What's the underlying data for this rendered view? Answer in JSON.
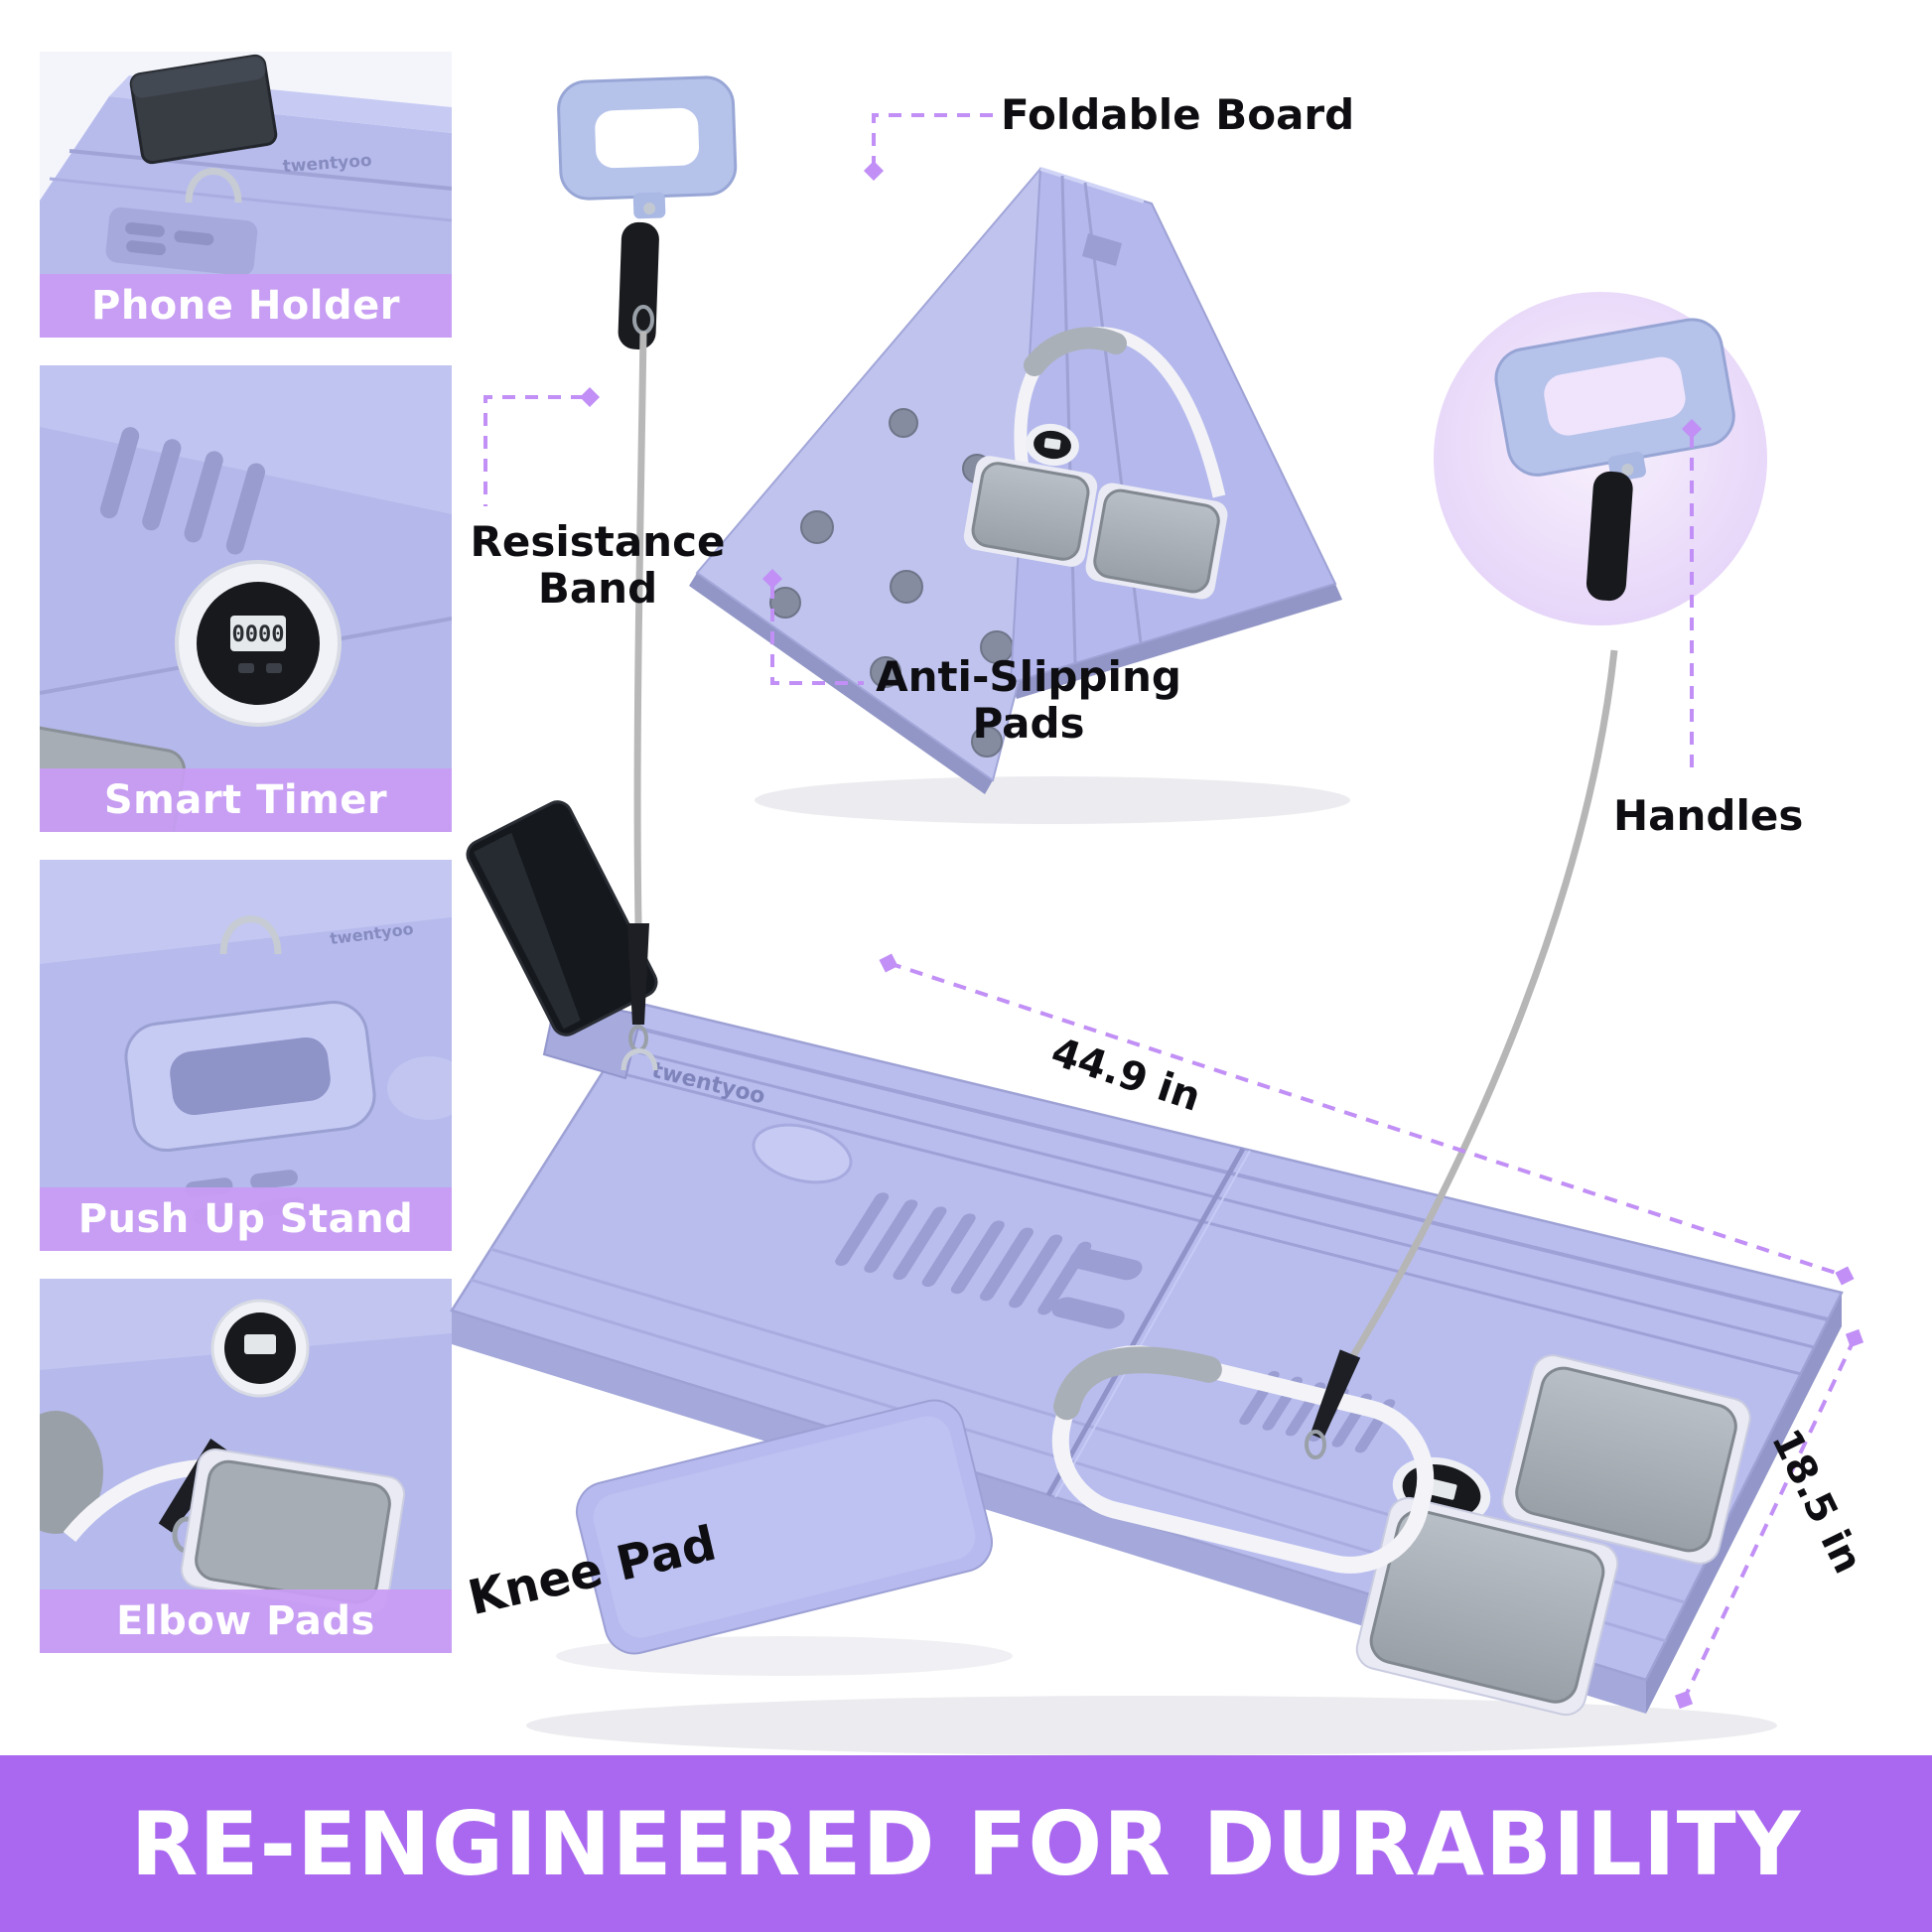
{
  "brand": {
    "logo": "twentyoo"
  },
  "sidebar": {
    "items": [
      {
        "label": "Phone Holder"
      },
      {
        "label": "Smart Timer"
      },
      {
        "label": "Push Up Stand"
      },
      {
        "label": "Elbow Pads"
      }
    ]
  },
  "callouts": {
    "foldable_board": "Foldable Board",
    "resistance_band": "Resistance Band",
    "anti_slipping_pads": "Anti-Slipping Pads",
    "handles": "Handles",
    "knee_pad": "Knee Pad"
  },
  "dimensions": {
    "length": "44.9 in",
    "depth": "18.5 in"
  },
  "timer": {
    "display": "0000"
  },
  "footer": {
    "headline": "RE-ENGINEERED FOR DURABILITY"
  },
  "colors": {
    "board_purple": "#b6baec",
    "label_band_purple": "#c89cf3",
    "footer_purple": "#a968ef",
    "dashed_accent": "#c18ff5",
    "pad_gray": "#a7adb4"
  }
}
